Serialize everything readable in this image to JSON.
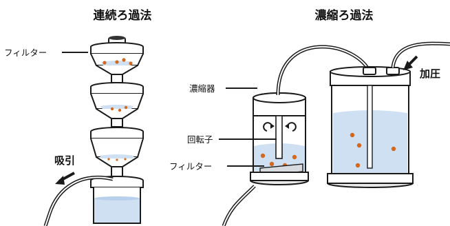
{
  "diagram": {
    "left_title": "連続ろ過法",
    "right_title": "濃縮ろ過法",
    "labels": {
      "filter_left": "フィルター",
      "suction": "吸引",
      "concentrator": "濃縮器",
      "rotor": "回転子",
      "filter_right": "フィルター",
      "pressure": "加圧"
    }
  },
  "colors": {
    "liquid": "#cfe0f3",
    "liquid_dark": "#b8d0ea",
    "particle": "#d2691e",
    "outline": "#1a1a1a",
    "base_gray": "#e9e9e9"
  }
}
